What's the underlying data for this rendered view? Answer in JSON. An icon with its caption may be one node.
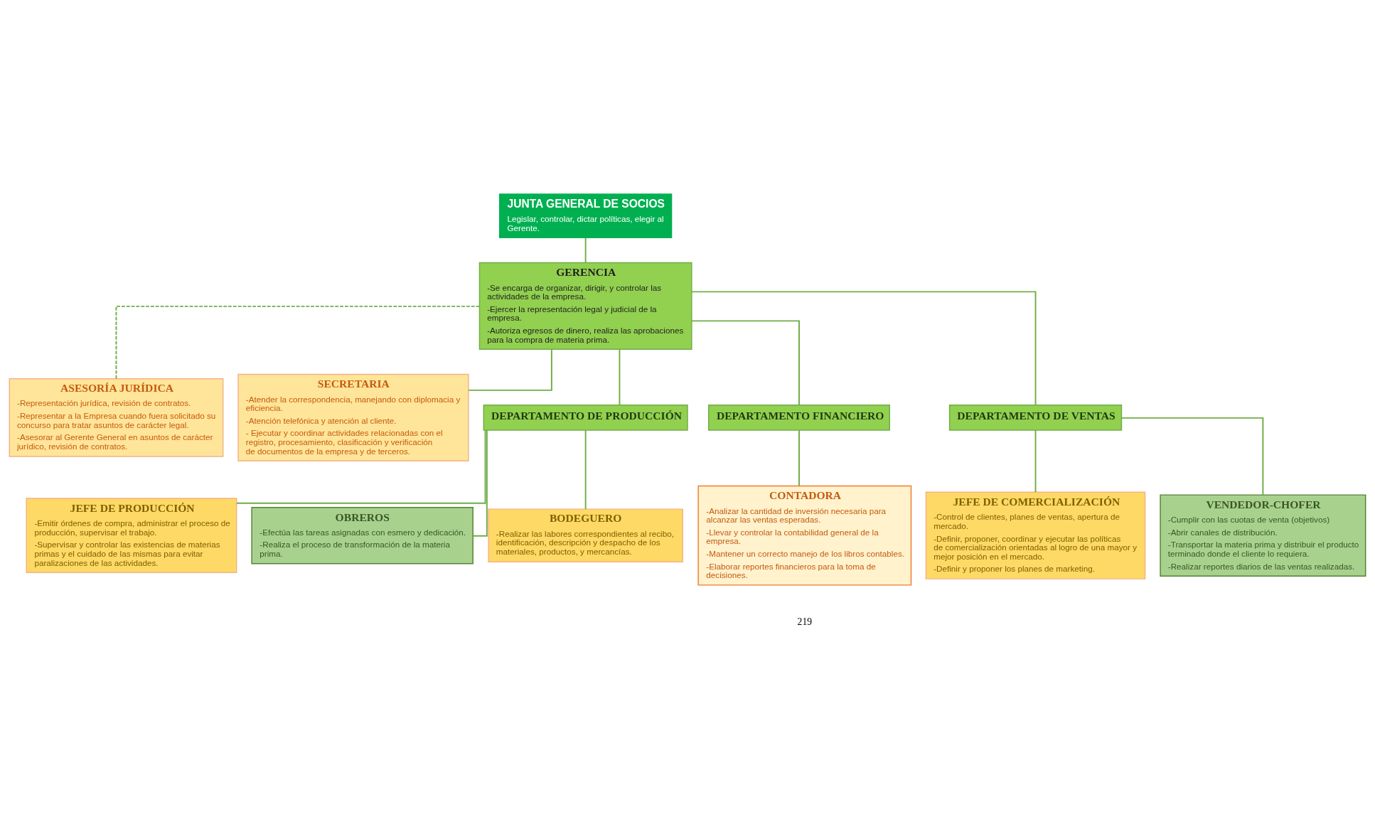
{
  "diagram": {
    "nodes": [
      {
        "text": [
          "JUNTA GENERAL DE SOCIOS",
          "Legislar, controlar, dictar políticas, elegir al Gerente."
        ]
      },
      {
        "text": [
          "GERENCIA",
          "-Se encarga de organizar, dirigir, y controlar las actividades de la empresa.",
          "-Ejercer la representación legal y judicial de la empresa.",
          "-Autoriza egresos de dinero, realiza las aprobaciones para la compra de materia prima."
        ]
      },
      {
        "text": [
          "ASESORÍA JURÍDICA",
          "-Representación jurídica, revisión de contratos.",
          "-Representar a la Empresa cuando fuera solicitado su concurso para tratar asuntos de carácter legal.",
          "-Asesorar al Gerente General en asuntos de carácter jurídico, revisión de contratos."
        ]
      },
      {
        "text": [
          "SECRETARIA",
          "-Atender la correspondencia, manejando con diplomacia y eficiencia.",
          "-Atención telefónica y atención al cliente.",
          "- Ejecutar y coordinar actividades relacionadas con el registro, procesamiento, clasificación y verificación de documentos de la empresa y de terceros."
        ]
      },
      {
        "text": [
          "DEPARTAMENTO DE PRODUCCIÓN"
        ]
      },
      {
        "text": [
          "DEPARTAMENTO FINANCIERO"
        ]
      },
      {
        "text": [
          "DEPARTAMENTO DE VENTAS"
        ]
      },
      {
        "text": [
          "JEFE DE PRODUCCIÓN",
          "-Emitir órdenes de compra, administrar el proceso de producción, supervisar el trabajo.",
          "-Supervisar y controlar las existencias de materias primas y el cuidado de las mismas para evitar paralizaciones de las actividades."
        ]
      },
      {
        "text": [
          "OBREROS",
          "-Efectúa las tareas asignadas con esmero y dedicación.",
          "-Realiza el proceso de transformación de la materia prima."
        ]
      },
      {
        "text": [
          "BODEGUERO",
          "-Realizar las labores correspondientes al recibo, identificación, descripción y despacho de los materiales, productos, y mercancías."
        ]
      },
      {
        "text": [
          "CONTADORA",
          "-Analizar la cantidad de inversión necesaria para alcanzar las ventas esperadas.",
          "-Llevar y controlar la contabilidad general de la empresa.",
          "-Mantener un correcto manejo de los libros contables.",
          "-Elaborar reportes financieros para la toma de decisiones."
        ]
      },
      {
        "text": [
          "JEFE DE COMERCIALIZACIÓN",
          "-Control de clientes, planes de ventas, apertura de mercado.",
          "-Definir, proponer, coordinar y ejecutar las políticas de comercialización orientadas al logro de una mayor y mejor posición en el mercado.",
          "-Definir y proponer los planes de marketing."
        ]
      },
      {
        "text": [
          "VENDEDOR-CHOFER",
          "-Cumplir con las cuotas de venta (objetivos)",
          "-Abrir canales de distribución.",
          "-Transportar la materia prima y distribuir el producto terminado donde el cliente lo requiera.",
          "-Realizar reportes diarios de las ventas realizadas."
        ]
      }
    ],
    "edges": [
      {
        "from": 0,
        "to": 1,
        "arrow": "none"
      },
      {
        "from": 1,
        "to": 2,
        "arrow": "none",
        "style": "dashed"
      },
      {
        "from": 1,
        "to": 3,
        "arrow": "none"
      },
      {
        "from": 1,
        "to": 4,
        "arrow": "none"
      },
      {
        "from": 1,
        "to": 5,
        "arrow": "none"
      },
      {
        "from": 1,
        "to": 6,
        "arrow": "none"
      },
      {
        "from": 4,
        "to": 7,
        "arrow": "none"
      },
      {
        "from": 4,
        "to": 8,
        "arrow": "none"
      },
      {
        "from": 4,
        "to": 9,
        "arrow": "none"
      },
      {
        "from": 5,
        "to": 10,
        "arrow": "none"
      },
      {
        "from": 6,
        "to": 11,
        "arrow": "none"
      },
      {
        "from": 6,
        "to": 12,
        "arrow": "none"
      }
    ],
    "labels": [
      "219"
    ]
  }
}
